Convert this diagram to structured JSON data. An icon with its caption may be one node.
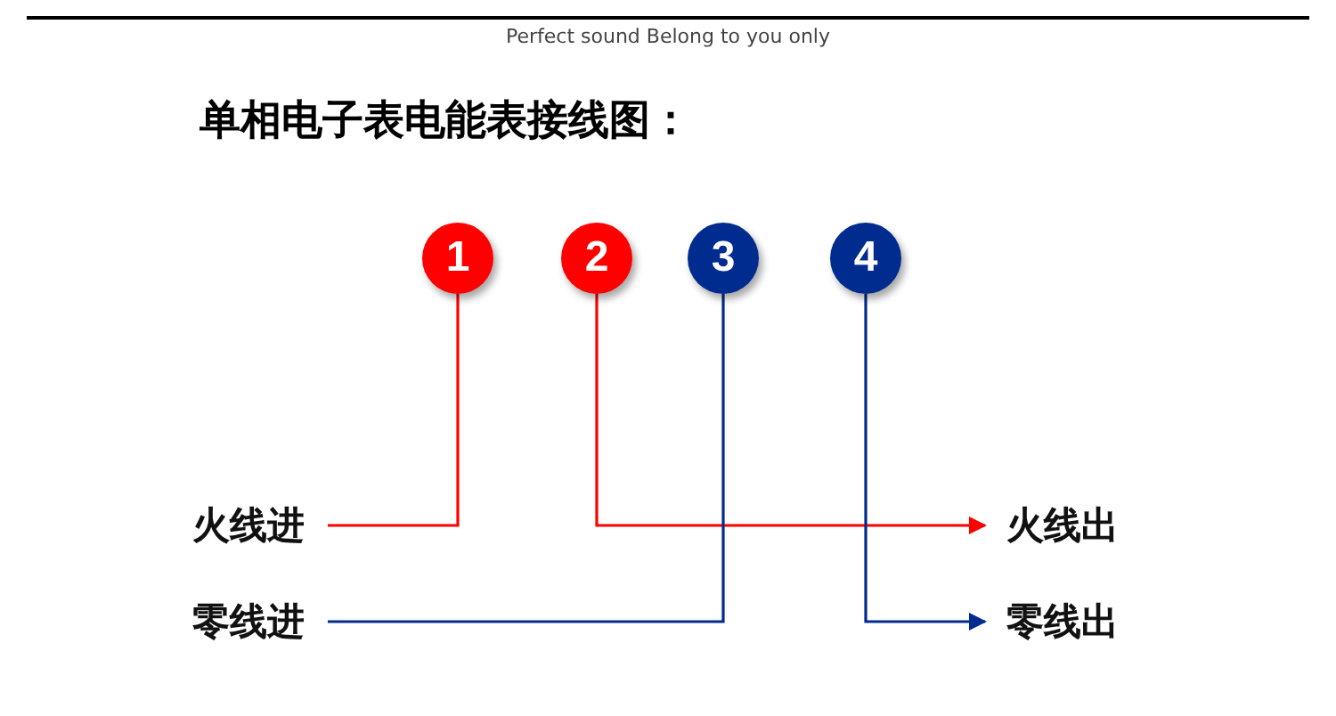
{
  "diagram": {
    "title": "单相电子表电能表接线图：",
    "nodes": [
      {
        "text": [
          "1"
        ]
      },
      {
        "text": [
          "2"
        ]
      },
      {
        "text": [
          "3"
        ]
      },
      {
        "text": [
          "4"
        ]
      },
      {
        "text": [
          "火线进"
        ]
      },
      {
        "text": [
          "零线进"
        ]
      },
      {
        "text": [
          "火线出"
        ]
      },
      {
        "text": [
          "零线出"
        ]
      }
    ],
    "edges": [
      {
        "from": 4,
        "to": 0,
        "arrow": "none",
        "color": "#ff0000"
      },
      {
        "from": 1,
        "to": 6,
        "arrow": "to",
        "color": "#ff0000"
      },
      {
        "from": 5,
        "to": 2,
        "arrow": "none",
        "color": "#002b8f"
      },
      {
        "from": 3,
        "to": 7,
        "arrow": "to",
        "color": "#002b8f"
      }
    ],
    "labels": [
      "Perfect sound Belong to you only"
    ]
  }
}
